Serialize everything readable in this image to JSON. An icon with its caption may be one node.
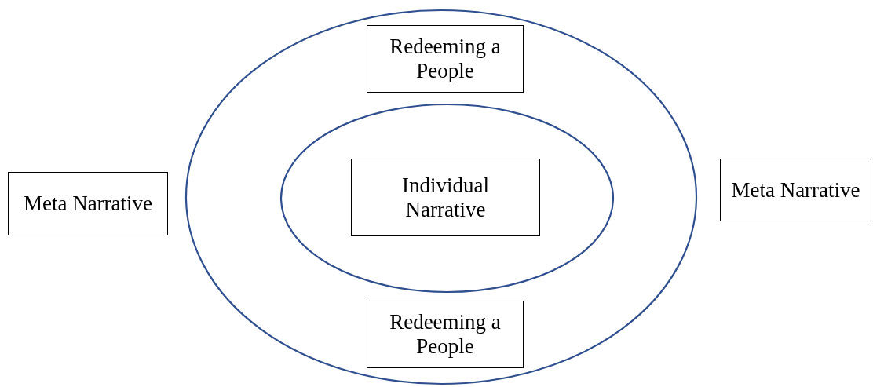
{
  "diagram": {
    "nodes": [
      {
        "text": [],
        "shape": "ellipse"
      },
      {
        "text": [
          "Redeeming a People"
        ],
        "in": 0
      },
      {
        "text": [
          "Meta Narrative"
        ]
      },
      {
        "text": [],
        "shape": "ellipse",
        "in": 0
      },
      {
        "text": [
          "Individual Narrative"
        ],
        "in": 3
      },
      {
        "text": [
          "Meta Narrative"
        ]
      },
      {
        "text": [
          "Redeeming a People"
        ],
        "in": 0
      }
    ]
  }
}
